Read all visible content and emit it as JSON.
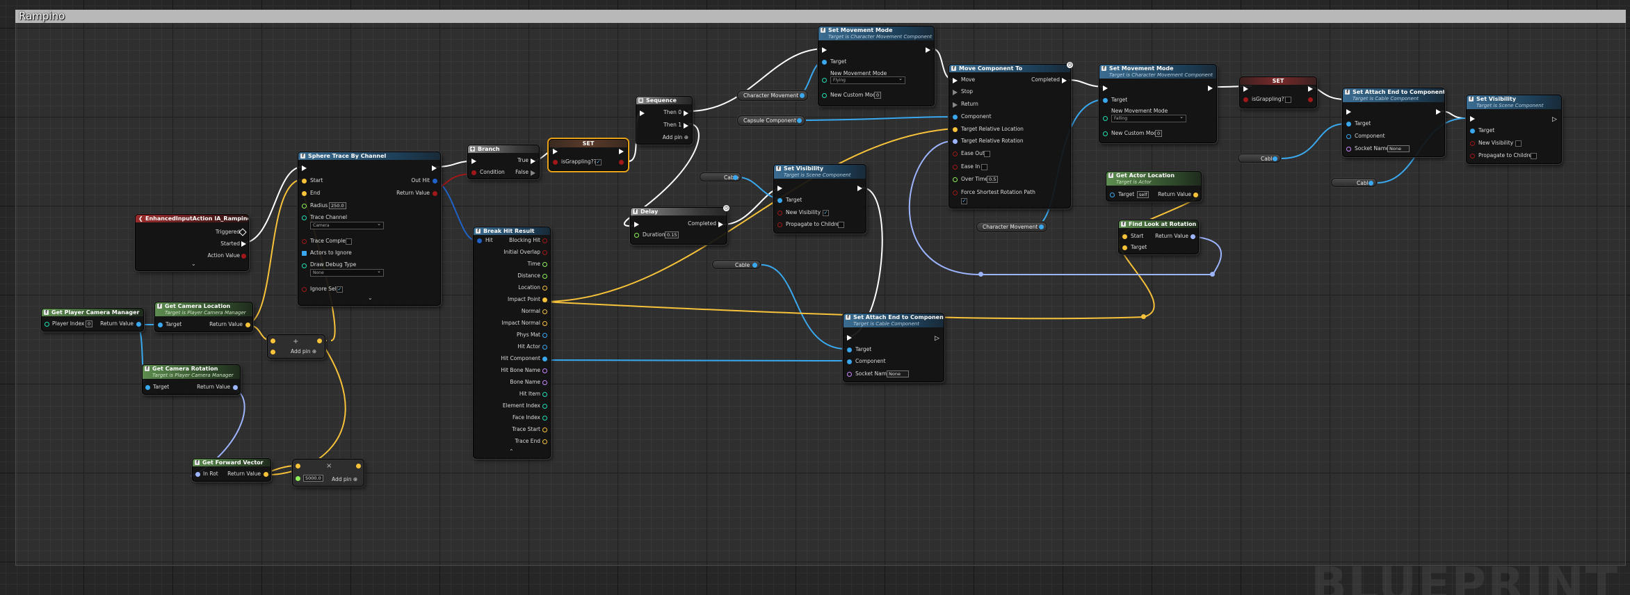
{
  "comment": {
    "title": "Rampino"
  },
  "watermark": "BLUEPRINT",
  "nodes": {
    "enhanced_input": {
      "title": "EnhancedInputAction IA_Rampino",
      "triggered": "Triggered",
      "started": "Started",
      "action_value": "Action Value"
    },
    "get_pcm": {
      "title": "Get Player Camera Manager",
      "player_index": "Player Index",
      "player_index_value": "0",
      "return_value": "Return Value"
    },
    "get_cam_loc": {
      "title": "Get Camera Location",
      "subtitle": "Target is Player Camera Manager",
      "target": "Target",
      "return_value": "Return Value"
    },
    "get_cam_rot": {
      "title": "Get Camera Rotation",
      "subtitle": "Target is Player Camera Manager",
      "target": "Target",
      "return_value": "Return Value"
    },
    "get_fwd": {
      "title": "Get Forward Vector",
      "in_rot": "In Rot",
      "return_value": "Return Value"
    },
    "add_pin_1": {
      "label": "Add pin"
    },
    "add_pin_2": {
      "label": "Add pin",
      "value": "5000.0"
    },
    "sphere_trace": {
      "title": "Sphere Trace By Channel",
      "start": "Start",
      "end": "End",
      "radius": "Radius",
      "radius_value": "250.0",
      "trace_channel": "Trace Channel",
      "trace_channel_value": "Camera",
      "trace_complex": "Trace Complex",
      "actors_to_ignore": "Actors to Ignore",
      "draw_debug": "Draw Debug Type",
      "draw_debug_value": "None",
      "ignore_self": "Ignore Self",
      "out_hit": "Out Hit",
      "return_value": "Return Value"
    },
    "branch": {
      "title": "Branch",
      "condition": "Condition",
      "true": "True",
      "false": "False"
    },
    "set_grappling": {
      "title": "SET",
      "var": "isGrappling??"
    },
    "break_hit": {
      "title": "Break Hit Result",
      "hit": "Hit",
      "outputs": [
        "Blocking Hit",
        "Initial Overlap",
        "Time",
        "Distance",
        "Location",
        "Impact Point",
        "Normal",
        "Impact Normal",
        "Phys Mat",
        "Hit Actor",
        "Hit Component",
        "Hit Bone Name",
        "Bone Name",
        "Hit Item",
        "Element Index",
        "Face Index",
        "Trace Start",
        "Trace End"
      ]
    },
    "sequence": {
      "title": "Sequence",
      "then0": "Then 0",
      "then1": "Then 1",
      "add_pin": "Add pin"
    },
    "delay": {
      "title": "Delay",
      "duration": "Duration",
      "duration_value": "0.15",
      "completed": "Completed"
    },
    "char_movement_var1": {
      "label": "Character Movement"
    },
    "capsule_var": {
      "label": "Capsule Component"
    },
    "cable_var1": {
      "label": "Cable"
    },
    "cable_var2": {
      "label": "Cable"
    },
    "cable_var3": {
      "label": "Cable"
    },
    "cable_var4": {
      "label": "Cable"
    },
    "char_movement_var2": {
      "label": "Character Movement"
    },
    "set_visibility_1": {
      "title": "Set Visibility",
      "subtitle": "Target is Scene Component",
      "target": "Target",
      "new_visibility": "New Visibility",
      "propagate": "Propagate to Children"
    },
    "set_movement_1": {
      "title": "Set Movement Mode",
      "subtitle": "Target is Character Movement Component",
      "target": "Target",
      "new_mode": "New Movement Mode",
      "new_mode_value": "Flying",
      "custom_mode": "New Custom Mode",
      "custom_mode_value": "0"
    },
    "move_component": {
      "title": "Move Component To",
      "move": "Move",
      "stop": "Stop",
      "return": "Return",
      "component": "Component",
      "target_loc": "Target Relative Location",
      "target_rot": "Target Relative Rotation",
      "ease_out": "Ease Out",
      "ease_in": "Ease In",
      "over_time": "Over Time",
      "over_time_value": "0.5",
      "force_shortest": "Force Shortest Rotation Path",
      "completed": "Completed"
    },
    "set_movement_2": {
      "title": "Set Movement Mode",
      "subtitle": "Target is Character Movement Component",
      "target": "Target",
      "new_mode": "New Movement Mode",
      "new_mode_value": "Falling",
      "custom_mode": "New Custom Mode",
      "custom_mode_value": "0"
    },
    "set_grappling_2": {
      "title": "SET",
      "var": "isGrappling??"
    },
    "attach_end_1": {
      "title": "Set Attach End to Component",
      "subtitle": "Target is Cable Component",
      "target": "Target",
      "component": "Component",
      "socket": "Socket Name",
      "socket_value": "None"
    },
    "set_visibility_2": {
      "title": "Set Visibility",
      "subtitle": "Target is Scene Component",
      "target": "Target",
      "new_visibility": "New Visibility",
      "propagate": "Propagate to Children"
    },
    "get_actor_loc": {
      "title": "Get Actor Location",
      "subtitle": "Target is Actor",
      "target": "Target",
      "target_value": "self",
      "return_value": "Return Value"
    },
    "find_look": {
      "title": "Find Look at Rotation",
      "start": "Start",
      "target": "Target",
      "return_value": "Return Value"
    },
    "attach_end_2": {
      "title": "Set Attach End to Component",
      "subtitle": "Target is Cable Component",
      "target": "Target",
      "component": "Component",
      "socket": "Socket Name",
      "socket_value": "None"
    }
  },
  "colors": {
    "exec": "#ffffff",
    "object": "#3aa8ef",
    "vector": "#f8c33a",
    "rotator": "#9db4ff",
    "bool": "#a01818",
    "float": "#8ff05a",
    "struct": "#1f62c8",
    "name": "#c987ff",
    "int": "#21e0b4"
  }
}
